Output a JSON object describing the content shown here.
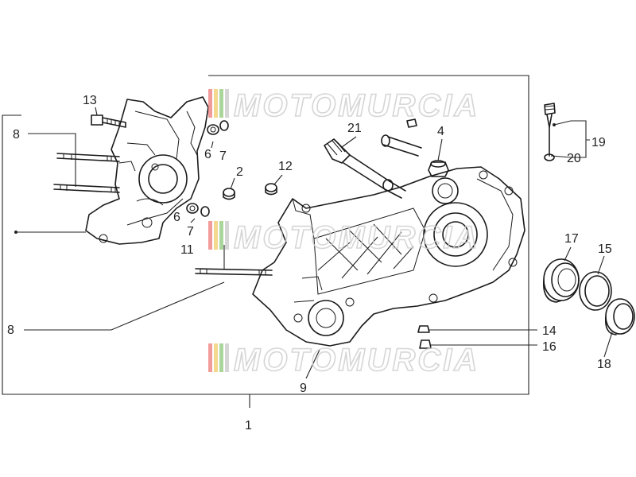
{
  "watermark": {
    "text": "MOTOMURCIA",
    "stripe_colors": [
      "#f08a8a",
      "#f3d27a",
      "#9ccf8a",
      "#d0d0d0"
    ]
  },
  "labels": [
    {
      "id": "13",
      "text": "13"
    },
    {
      "id": "8a",
      "text": "8"
    },
    {
      "id": "6a",
      "text": "6"
    },
    {
      "id": "7a",
      "text": "7"
    },
    {
      "id": "2",
      "text": "2"
    },
    {
      "id": "12",
      "text": "12"
    },
    {
      "id": "21",
      "text": "21"
    },
    {
      "id": "4",
      "text": "4"
    },
    {
      "id": "19",
      "text": "19"
    },
    {
      "id": "20",
      "text": "20"
    },
    {
      "id": "6b",
      "text": "6"
    },
    {
      "id": "7b",
      "text": "7"
    },
    {
      "id": "11",
      "text": "11"
    },
    {
      "id": "17",
      "text": "17"
    },
    {
      "id": "15",
      "text": "15"
    },
    {
      "id": "8b",
      "text": "8"
    },
    {
      "id": "14",
      "text": "14"
    },
    {
      "id": "16",
      "text": "16"
    },
    {
      "id": "18",
      "text": "18"
    },
    {
      "id": "9",
      "text": "9"
    },
    {
      "id": "1",
      "text": "1"
    }
  ]
}
